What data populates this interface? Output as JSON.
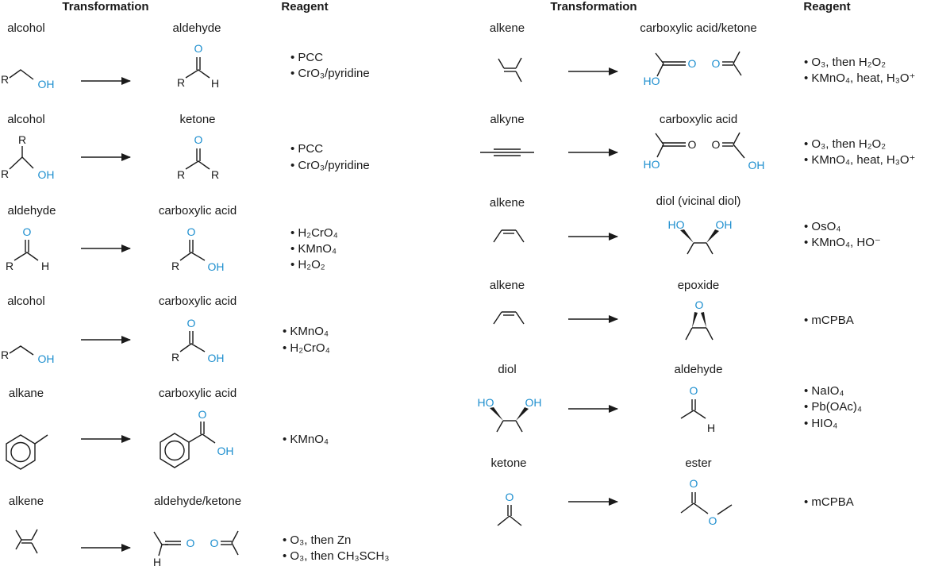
{
  "headers": {
    "transformation": "Transformation",
    "reagent": "Reagent"
  },
  "colors": {
    "heteroatom": "#1e8fcf",
    "ink": "#1a1a1a"
  },
  "left_rows": [
    {
      "from": "alcohol",
      "to": "aldehyde",
      "reagents": [
        "PCC",
        "CrO₃/pyridine"
      ]
    },
    {
      "from": "alcohol",
      "to": "ketone",
      "reagents": [
        "PCC",
        "CrO₃/pyridine"
      ]
    },
    {
      "from": "aldehyde",
      "to": "carboxylic acid",
      "reagents": [
        "H₂CrO₄",
        "KMnO₄",
        "H₂O₂"
      ]
    },
    {
      "from": "alcohol",
      "to": "carboxylic acid",
      "reagents": [
        "KMnO₄",
        "H₂CrO₄"
      ]
    },
    {
      "from": "alkane",
      "to": "carboxylic acid",
      "reagents": [
        "KMnO₄"
      ]
    },
    {
      "from": "alkene",
      "to": "aldehyde/ketone",
      "reagents": [
        "O₃, then Zn",
        "O₃, then CH₃SCH₃"
      ]
    }
  ],
  "right_rows": [
    {
      "from": "alkene",
      "to": "carboxylic acid/ketone",
      "reagents": [
        "O₃, then H₂O₂",
        "KMnO₄, heat, H₃O⁺"
      ]
    },
    {
      "from": "alkyne",
      "to": "carboxylic acid",
      "reagents": [
        "O₃, then H₂O₂",
        "KMnO₄, heat, H₃O⁺"
      ]
    },
    {
      "from": "alkene",
      "to": "diol (vicinal diol)",
      "reagents": [
        "OsO₄",
        "KMnO₄, HO⁻"
      ]
    },
    {
      "from": "alkene",
      "to": "epoxide",
      "reagents": [
        "mCPBA"
      ]
    },
    {
      "from": "diol",
      "to": "aldehyde",
      "reagents": [
        "NaIO₄",
        "Pb(OAc)₄",
        "HIO₄"
      ]
    },
    {
      "from": "ketone",
      "to": "ester",
      "reagents": [
        "mCPBA"
      ]
    }
  ],
  "atoms": {
    "R": "R",
    "H": "H",
    "O": "O",
    "OH": "OH",
    "HO": "HO"
  },
  "bullet": "•"
}
